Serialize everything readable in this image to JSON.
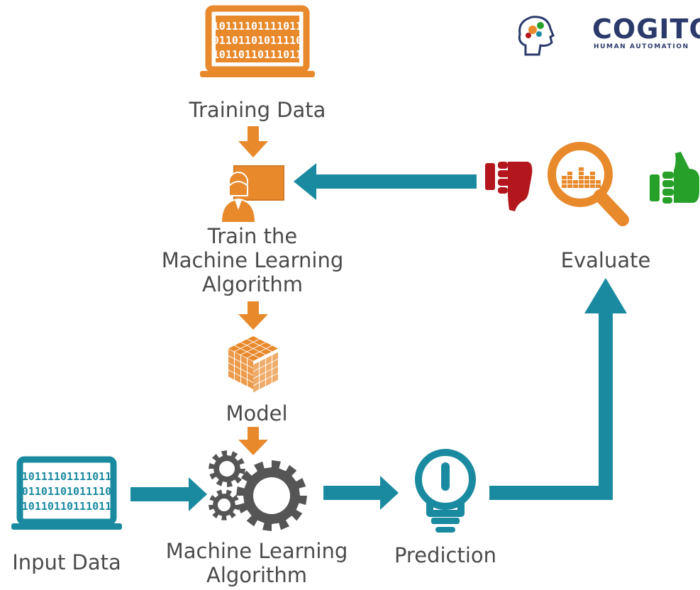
{
  "brand": {
    "name": "COGITO",
    "tagline": "HUMAN AUTOMATION"
  },
  "nodes": {
    "training_data": {
      "label": "Training Data",
      "binary": [
        "10111101111011",
        "01101101011110",
        "10110110111011"
      ]
    },
    "train_algorithm": {
      "label_lines": [
        "Train the",
        "Machine Learning",
        "Algorithm"
      ]
    },
    "model": {
      "label": "Model"
    },
    "input_data": {
      "label": "Input Data",
      "binary": [
        "10111101111011",
        "01101101011110",
        "10110110111011"
      ]
    },
    "ml_algorithm": {
      "label_lines": [
        "Machine Learning",
        "Algorithm"
      ]
    },
    "prediction": {
      "label": "Prediction"
    },
    "evaluate": {
      "label": "Evaluate"
    }
  },
  "colors": {
    "orange": "#e8892c",
    "teal": "#1a8aa0",
    "gray": "#555555",
    "red": "#b3171d",
    "green": "#27a02a",
    "text": "#4a4a4a",
    "brand": "#2b3a6b"
  },
  "icons": {
    "training_data": "laptop-binary-icon",
    "train_algorithm": "trainer-presenting-icon",
    "model": "cube-grid-icon",
    "input_data": "laptop-binary-icon",
    "ml_algorithm": "gears-icon",
    "prediction": "lightbulb-icon",
    "evaluate": "magnifier-chart-icon",
    "thumbs_down": "thumbs-down-icon",
    "thumbs_up": "thumbs-up-icon",
    "brand_logo": "head-gears-icon"
  }
}
